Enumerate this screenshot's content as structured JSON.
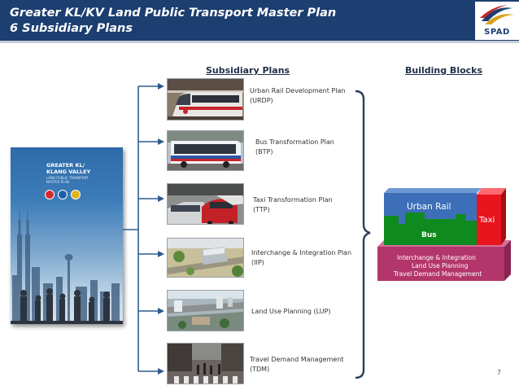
{
  "header": {
    "title_line1": "Greater KL/KV Land Public Transport Master Plan",
    "title_line2": "6 Subsidiary Plans",
    "logo_text": "SPAD"
  },
  "columns": {
    "subsidiary_plans": "Subsidiary Plans",
    "building_blocks": "Building Blocks"
  },
  "cover": {
    "title": "GREATER KL/\nKLANG VALLEY",
    "subtitle": "LAND PUBLIC TRANSPORT\nMASTER PLAN"
  },
  "plans": [
    {
      "name": "Urban Rail Development Plan",
      "code": "(URDP)",
      "image": "urban-rail-train-photo"
    },
    {
      "name": "Bus Transformation Plan",
      "code": "(BTP)",
      "image": "bus-photo"
    },
    {
      "name": "Taxi Transformation Plan",
      "code": "(TTP)",
      "image": "taxi-traffic-photo"
    },
    {
      "name": "Interchange  & Integration Plan",
      "code": "(IIP)",
      "image": "interchange-photo"
    },
    {
      "name": "Land Use Planning (LUP)",
      "code": "",
      "image": "land-use-aerial-photo"
    },
    {
      "name": "Travel Demand Management",
      "code": "(TDM)",
      "image": "pedestrian-crossing-photo"
    }
  ],
  "building_blocks": {
    "urban_rail": "Urban Rail",
    "taxi": "Taxi",
    "bus": "Bus",
    "base_lines": [
      "Interchange & Integration",
      "Land Use Planning",
      "Travel Demand Management"
    ],
    "colors": {
      "urban_rail": "#3d6fb8",
      "taxi": "#e8141e",
      "bus": "#0f8a1e",
      "base": "#b3366a"
    }
  },
  "page_number": "7"
}
